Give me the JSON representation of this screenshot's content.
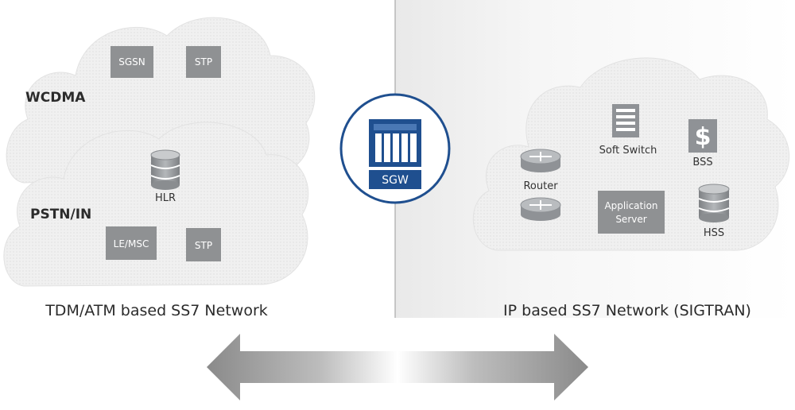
{
  "left_network": {
    "wcdma_label": "WCDMA",
    "pstn_label": "PSTN/IN",
    "sgsn": "SGSN",
    "stp_top": "STP",
    "hlr": "HLR",
    "le_msc": "LE/MSC",
    "stp_bottom": "STP",
    "caption": "TDM/ATM based SS7 Network"
  },
  "gateway": {
    "label": "SGW",
    "accent_color": "#1f4f8f"
  },
  "right_network": {
    "router": "Router",
    "soft_switch": "Soft Switch",
    "bss": "BSS",
    "app_server_line1": "Application",
    "app_server_line2": "Server",
    "hss": "HSS",
    "caption": "IP based SS7 Network (SIGTRAN)"
  },
  "colors": {
    "cloud_fill": "#ececec",
    "node_gray": "#8f9193",
    "divider": "#9a9a9a"
  }
}
